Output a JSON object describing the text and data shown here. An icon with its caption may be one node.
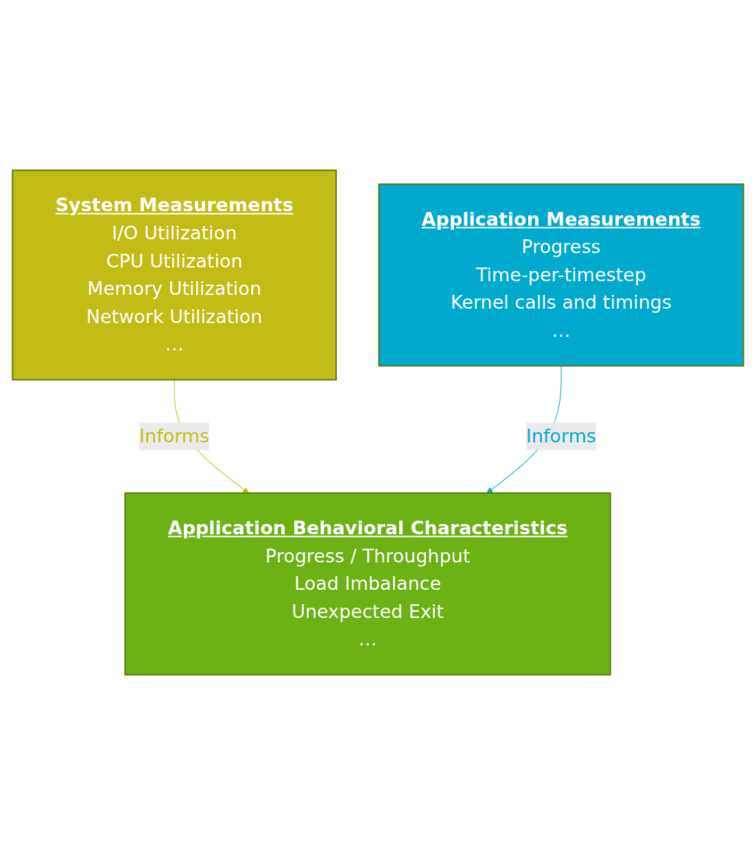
{
  "diagram": {
    "nodes": [
      {
        "text": [
          "System Measurements",
          "I/O Utilization",
          "CPU Utilization",
          "Memory Utilization",
          "Network Utilization",
          "…"
        ]
      },
      {
        "text": [
          "Application Behavioral Characteristics",
          "Progress / Throughput",
          "Load Imbalance",
          "Unexpected Exit",
          "…"
        ]
      },
      {
        "text": [
          "Application Measurements",
          "Progress",
          "Time-per-timestep",
          "Kernel calls and timings",
          "…"
        ]
      }
    ],
    "edges": [
      {
        "from": 0,
        "to": 1,
        "arrow": "to",
        "label": "Informs",
        "color": "#c2bd16"
      },
      {
        "from": 2,
        "to": 1,
        "arrow": "to",
        "label": "Informs",
        "color": "#00a9ce"
      }
    ]
  }
}
